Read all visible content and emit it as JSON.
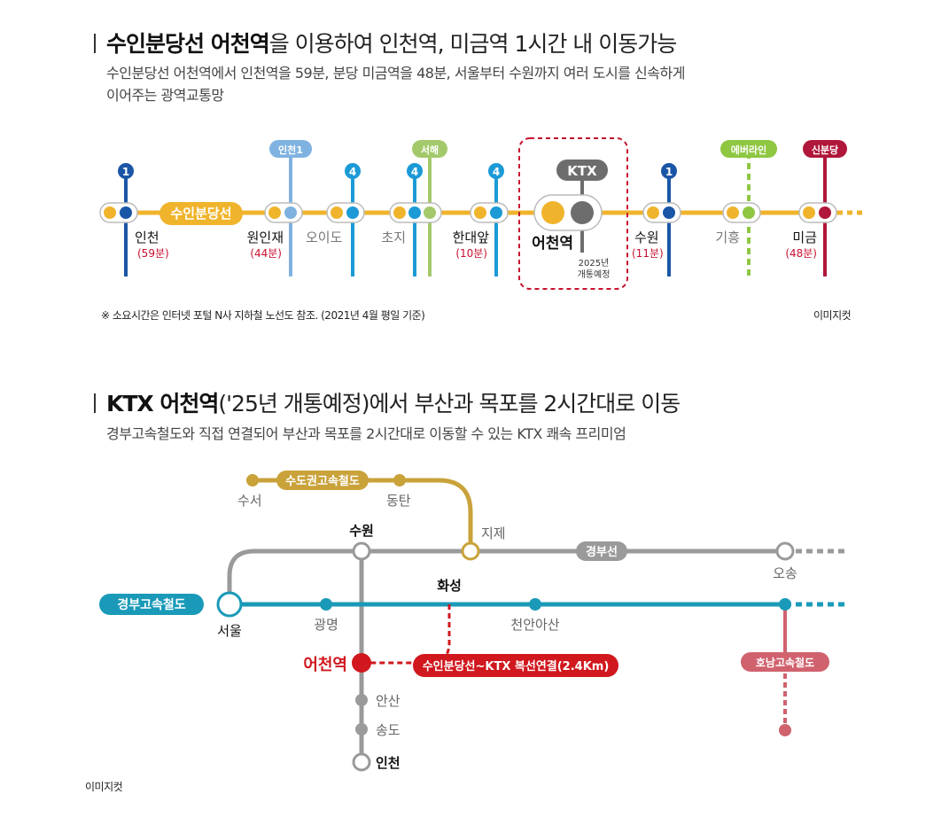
{
  "section1": {
    "title_bold": "수인분당선 어천역",
    "title_rest": "을 이용하여 인천역, 미금역 1시간 내 이동가능",
    "subtitle_line1": "수인분당선 어천역에서 인천역을 59분, 분당 미금역을 48분, 서울부터 수원까지 여러 도시를 신속하게",
    "subtitle_line2": "이어주는 광역교통망",
    "line_label": "수인분당선",
    "ktx_badge": "KTX",
    "opening_note": [
      "2025년",
      "개통예정"
    ],
    "stations": [
      {
        "name": "인천",
        "time": "(59분)",
        "badge": "1"
      },
      {
        "name": "원인재",
        "time": "(44분)",
        "badge": "인천1"
      },
      {
        "name": "오이도",
        "time": "",
        "badge": "4"
      },
      {
        "name": "초지",
        "time": "",
        "badge": "4",
        "badge2": "서해"
      },
      {
        "name": "한대앞",
        "time": "(10분)",
        "badge": "4"
      },
      {
        "name": "어천역",
        "time": "",
        "badge": "KTX"
      },
      {
        "name": "수원",
        "time": "(11분)",
        "badge": "1"
      },
      {
        "name": "기흥",
        "time": "",
        "badge": "에버라인"
      },
      {
        "name": "미금",
        "time": "(48분)",
        "badge": "신분당"
      }
    ],
    "footnote": "※ 소요시간은 인터넷 포털 N사 지하철 노선도 참조. (2021년 4월 평일 기준)",
    "credit": "이미지컷",
    "colors": {
      "line1": "#1a56a6",
      "line4": "#1c9ad6",
      "incheon1": "#7fb2e0",
      "seohae": "#a3c96a",
      "everline": "#8fc742",
      "shinbundang": "#b0173a",
      "suin": "#f0b42c",
      "ktx": "#6d6d6d",
      "time": "#c8102e"
    }
  },
  "section2": {
    "title_bold": "KTX 어천역",
    "title_rest": "('25년 개통예정)에서 부산과 목포를 2시간대로 이동",
    "subtitle": "경부고속철도와 직접 연결되어 부산과 목포를 2시간대로 이동할 수 있는 KTX 쾌속 프리미엄",
    "lines": {
      "sudogwon": "수도권고속철도",
      "gyeongbu_line": "경부선",
      "gyeongbu_hsr": "경부고속철도",
      "honam_hsr": "호남고속철도",
      "connection": "수인분당선~KTX 복선연결(2.4Km)"
    },
    "stations": {
      "suseo": "수서",
      "dongtan": "동탄",
      "jije": "지제",
      "suwon": "수원",
      "osong": "오송",
      "hwaseong": "화성",
      "seoul": "서울",
      "gwangmyeong": "광명",
      "cheonan_asan": "천안아산",
      "eocheon": "어천역",
      "ansan": "안산",
      "songdo": "송도",
      "incheon": "인천"
    },
    "credit": "이미지컷",
    "colors": {
      "sudogwon": "#c9a23a",
      "gyeongbu": "#9a9a9a",
      "hsr": "#1a9ab8",
      "honam": "#d0626e",
      "eocheon": "#d0181e"
    }
  }
}
